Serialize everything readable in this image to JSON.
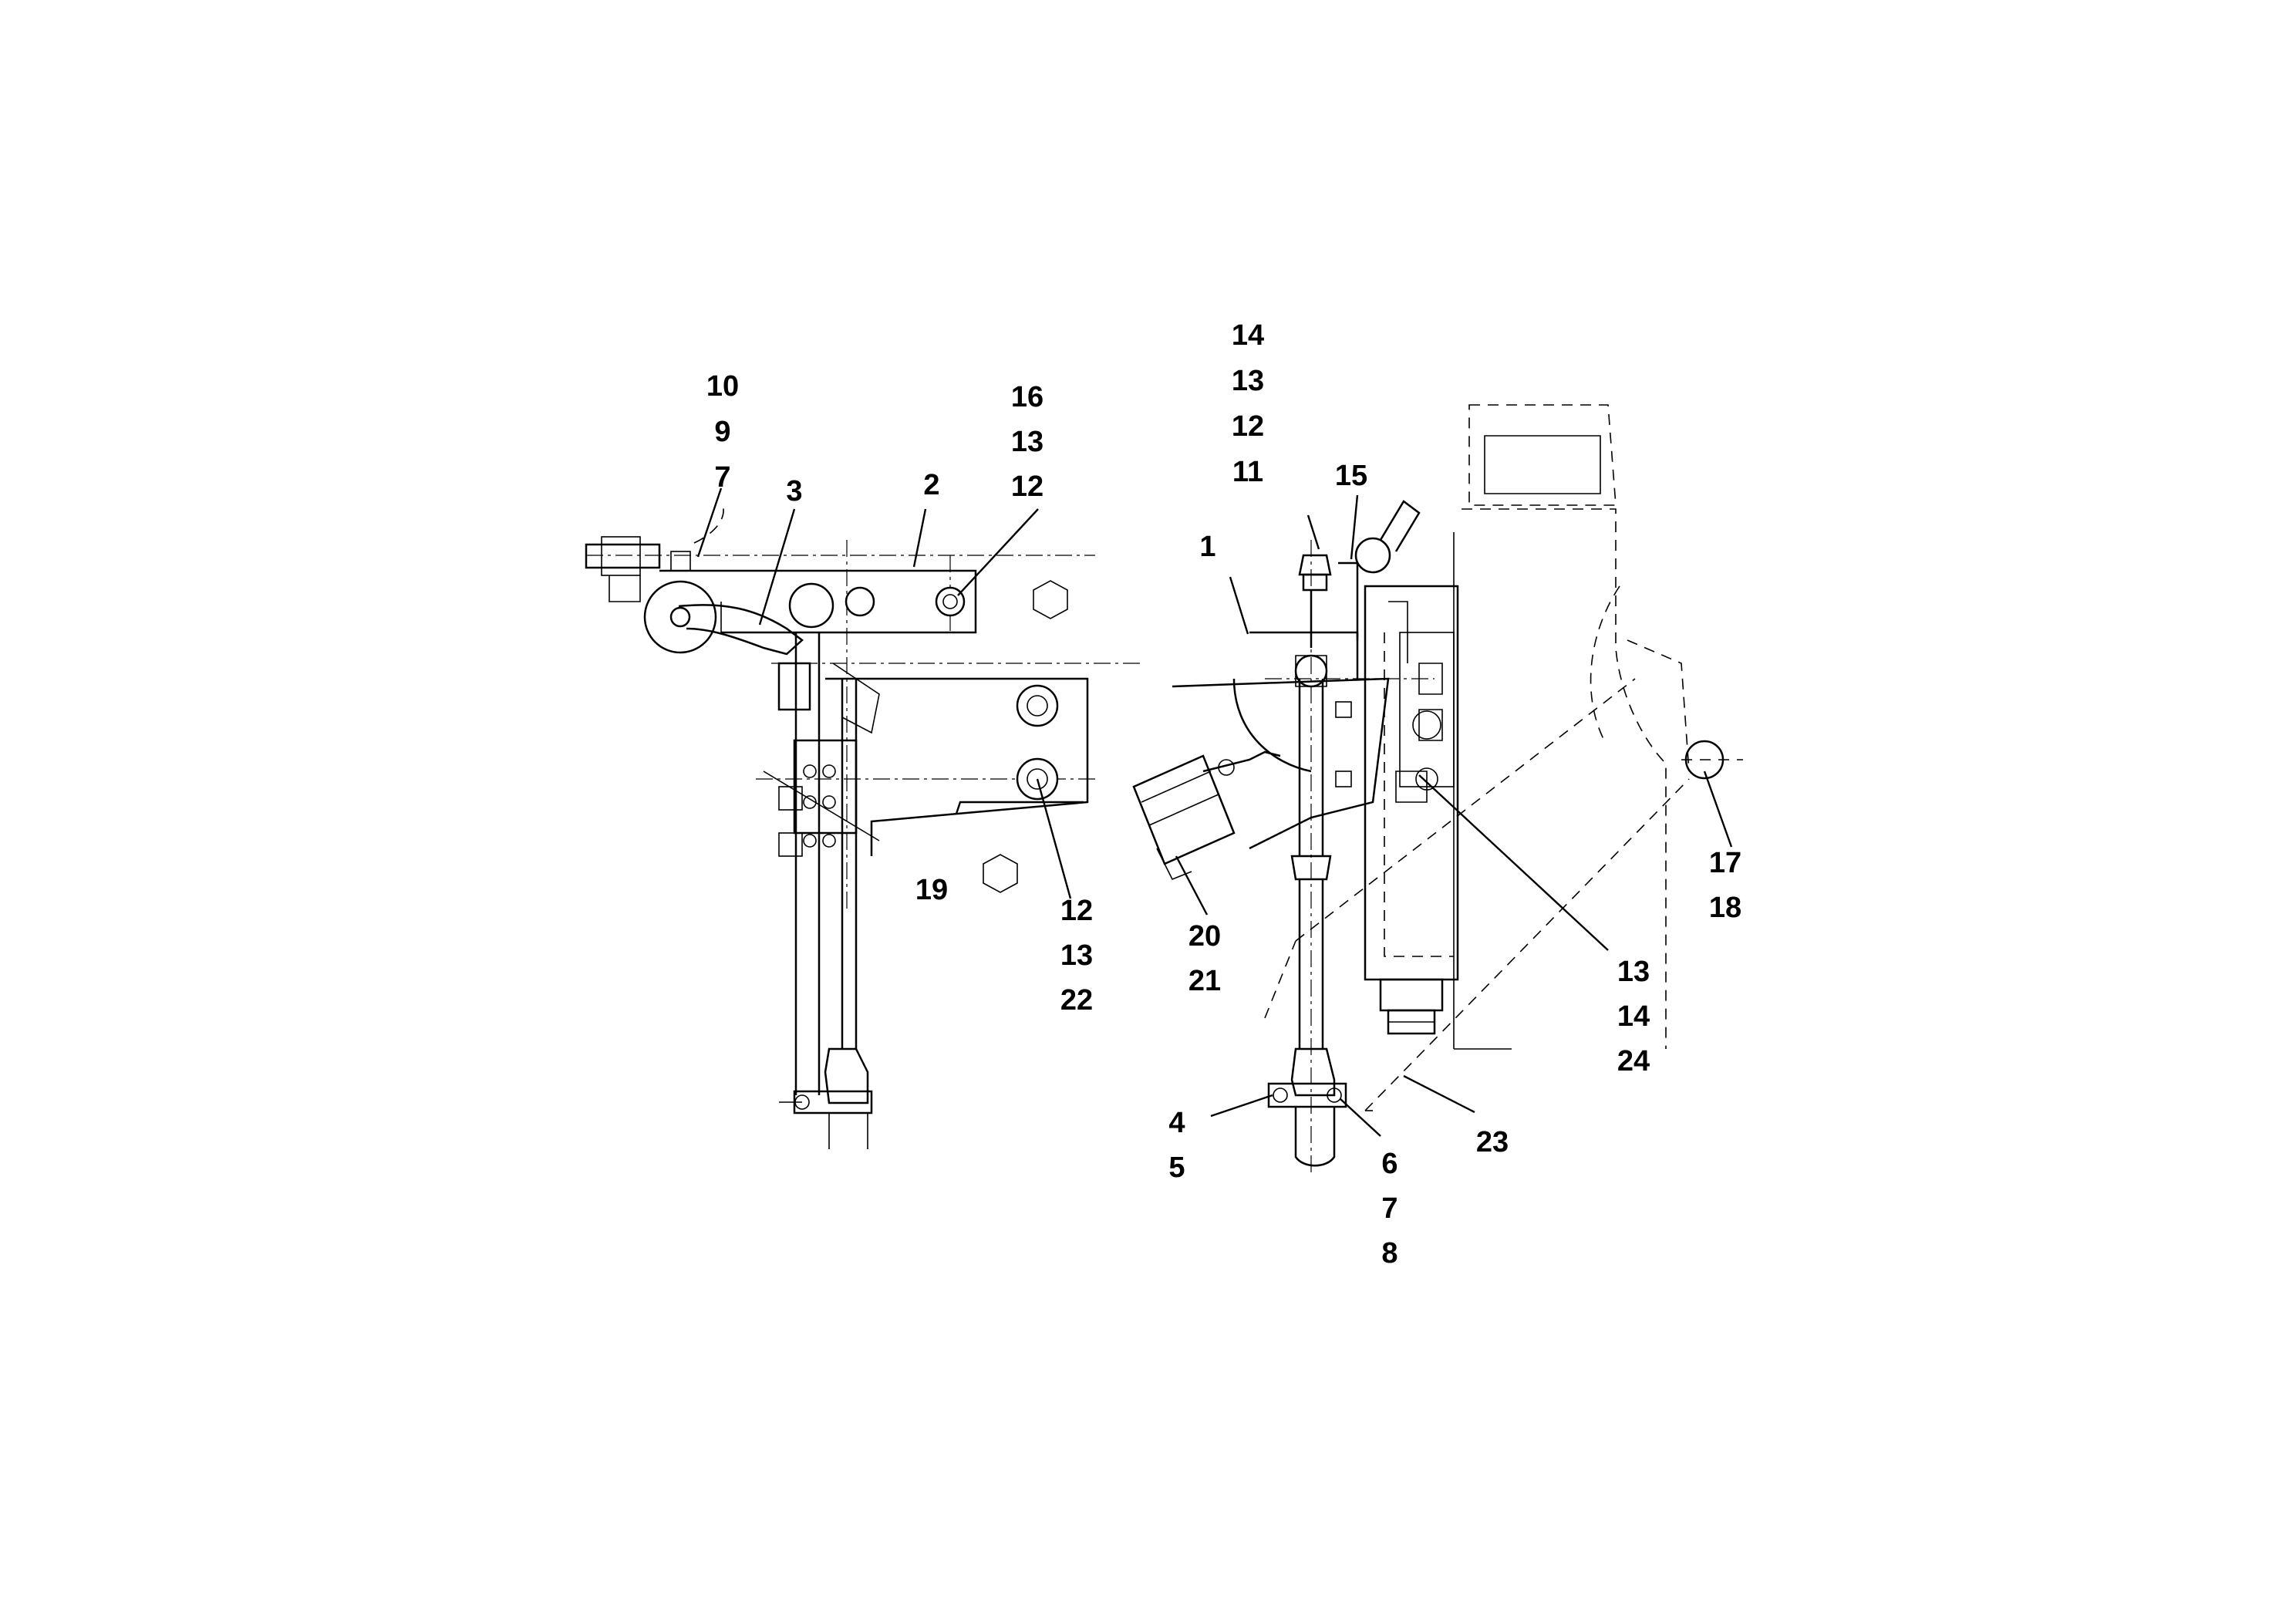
{
  "callouts": [
    {
      "id": "c-10-9-7",
      "lines": [
        "10",
        "9",
        "7"
      ]
    },
    {
      "id": "c-3",
      "lines": [
        "3"
      ]
    },
    {
      "id": "c-2",
      "lines": [
        "2"
      ]
    },
    {
      "id": "c-16-13-12",
      "lines": [
        "16",
        "13",
        "12"
      ]
    },
    {
      "id": "c-19",
      "lines": [
        "19"
      ]
    },
    {
      "id": "c-12-13-22",
      "lines": [
        "12",
        "13",
        "22"
      ]
    },
    {
      "id": "c-14-13-12-11",
      "lines": [
        "14",
        "13",
        "12",
        "11"
      ]
    },
    {
      "id": "c-15",
      "lines": [
        "15"
      ]
    },
    {
      "id": "c-1",
      "lines": [
        "1"
      ]
    },
    {
      "id": "c-20-21",
      "lines": [
        "20",
        "21"
      ]
    },
    {
      "id": "c-17-18",
      "lines": [
        "17",
        "18"
      ]
    },
    {
      "id": "c-13-14-24",
      "lines": [
        "13",
        "14",
        "24"
      ]
    },
    {
      "id": "c-23",
      "lines": [
        "23"
      ]
    },
    {
      "id": "c-4-5",
      "lines": [
        "4",
        "5"
      ]
    },
    {
      "id": "c-6-7-8",
      "lines": [
        "6",
        "7",
        "8"
      ]
    }
  ]
}
